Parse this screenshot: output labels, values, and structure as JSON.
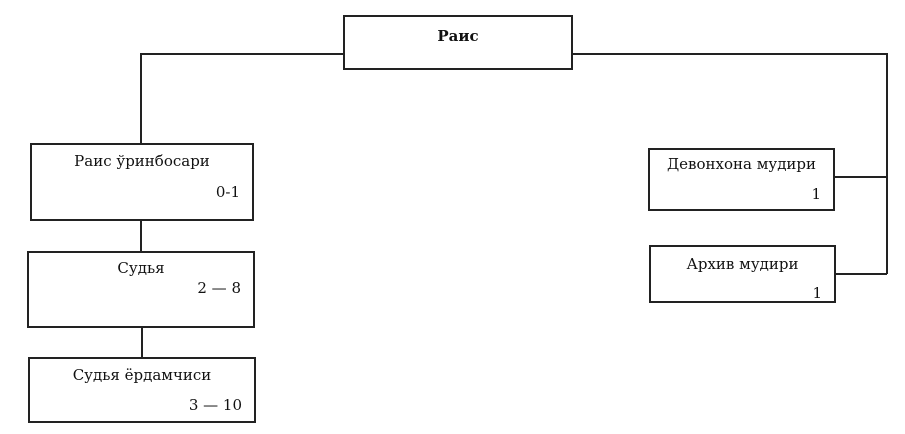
{
  "chart_data": {
    "type": "org-chart",
    "nodes": [
      {
        "id": "rais",
        "title": "Раис",
        "count": ""
      },
      {
        "id": "rais_urinbosari",
        "title": "Раис ўринбосари",
        "count": "0-1"
      },
      {
        "id": "sudya",
        "title": "Судья",
        "count": "2 — 8"
      },
      {
        "id": "sudya_yordamchisi",
        "title": "Судья ёрдамчиси",
        "count": "3 — 10"
      },
      {
        "id": "devonxona_mudiri",
        "title": "Девонхона мудири",
        "count": "1"
      },
      {
        "id": "arxiv_mudiri",
        "title": "Архив мудири",
        "count": "1"
      }
    ],
    "edges": [
      [
        "rais",
        "rais_urinbosari"
      ],
      [
        "rais_urinbosari",
        "sudya"
      ],
      [
        "sudya",
        "sudya_yordamchisi"
      ],
      [
        "rais",
        "devonxona_mudiri"
      ],
      [
        "rais",
        "arxiv_mudiri"
      ]
    ]
  }
}
